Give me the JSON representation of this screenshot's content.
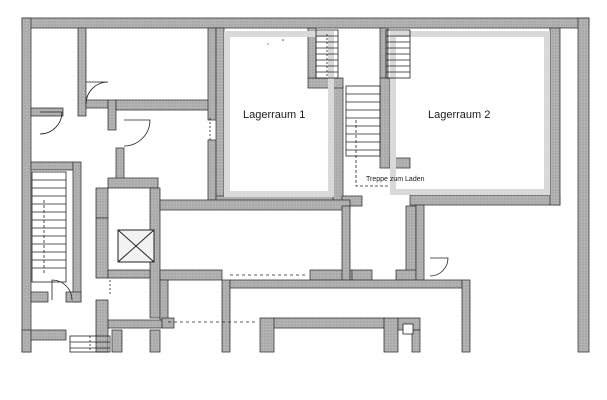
{
  "floor_plan": {
    "room_labels": {
      "lagerraum_1": "Lagerraum 1",
      "lagerraum_2": "Lagerraum 2"
    },
    "annotations": {
      "treppe_laden": "Treppe zum Laden"
    },
    "colors": {
      "wall_fill": "#a8a8a8",
      "wall_outline": "#3a3a3a",
      "storage_tint": "#d9d9d9",
      "line": "#222222",
      "background": "#ffffff"
    }
  }
}
